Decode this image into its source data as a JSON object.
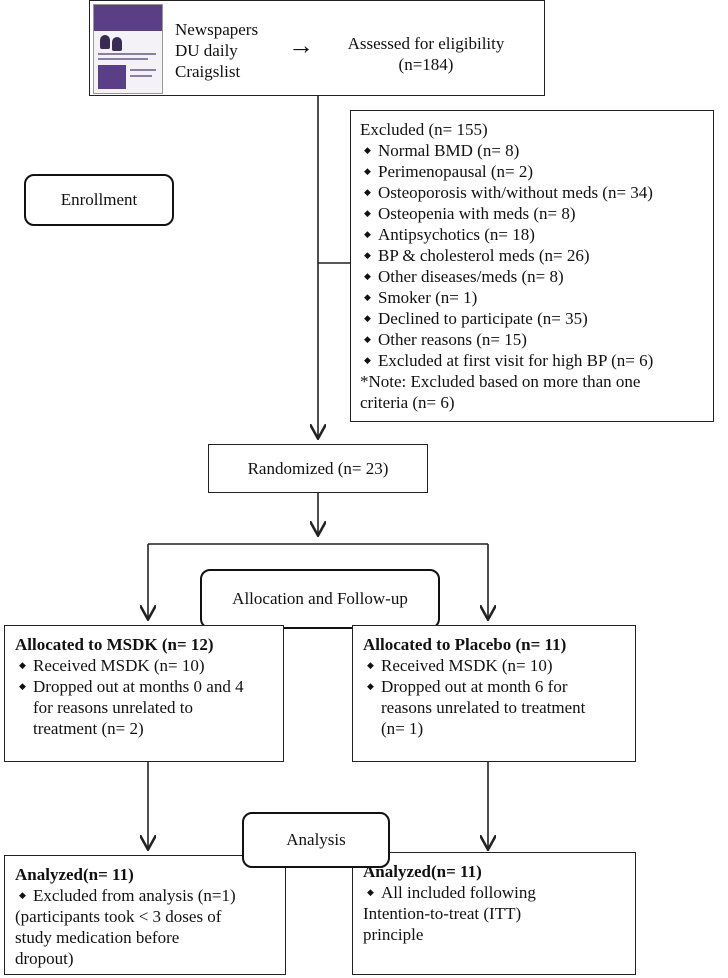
{
  "source_box": {
    "lines": [
      "Newspapers",
      "DU daily",
      "Craigslist"
    ]
  },
  "arrow_glyph": "→",
  "assessed": {
    "line1": "Assessed for eligibility",
    "line2": "(n=184)"
  },
  "excluded": {
    "title": "Excluded (n= 155)",
    "items": [
      "Normal BMD (n= 8)",
      "Perimenopausal (n= 2)",
      "Osteoporosis with/without meds (n= 34)",
      "Osteopenia with meds (n= 8)",
      "Antipsychotics (n= 18)",
      "BP & cholesterol meds (n= 26)",
      "Other diseases/meds (n= 8)",
      "Smoker (n= 1)",
      "Declined to participate (n= 35)",
      "Other reasons (n= 15)",
      "Excluded at first visit for high BP (n= 6)"
    ],
    "note_line1": "*Note: Excluded based on more than one",
    "note_line2": "criteria (n= 6)"
  },
  "enrollment_label": "Enrollment",
  "randomized": "Randomized (n= 23)",
  "allocation_label": "Allocation and Follow-up",
  "alloc_msdk": {
    "title": "Allocated to MSDK (n= 12)",
    "item1": "Received MSDK (n= 10)",
    "item2_lines": [
      "Dropped out at months 0 and 4",
      "for reasons unrelated to",
      "treatment (n= 2)"
    ]
  },
  "alloc_placebo": {
    "title": "Allocated to Placebo (n= 11)",
    "item1": "Received MSDK (n= 10)",
    "item2_lines": [
      "Dropped out at month 6 for",
      "reasons unrelated to treatment",
      "(n= 1)"
    ]
  },
  "analysis_label": "Analysis",
  "analyzed_left": {
    "title": "Analyzed(n= 11)",
    "item1_lines": [
      "Excluded from analysis (n=1)",
      "(participants took < 3 doses of",
      "study medication before",
      "dropout)"
    ]
  },
  "analyzed_right": {
    "title": "Analyzed(n= 11)",
    "item1_lines": [
      "All included following",
      "Intention-to-treat (ITT)",
      "principle"
    ]
  },
  "colors": {
    "poster_purple": "#5b3f86",
    "line": "#222222"
  }
}
